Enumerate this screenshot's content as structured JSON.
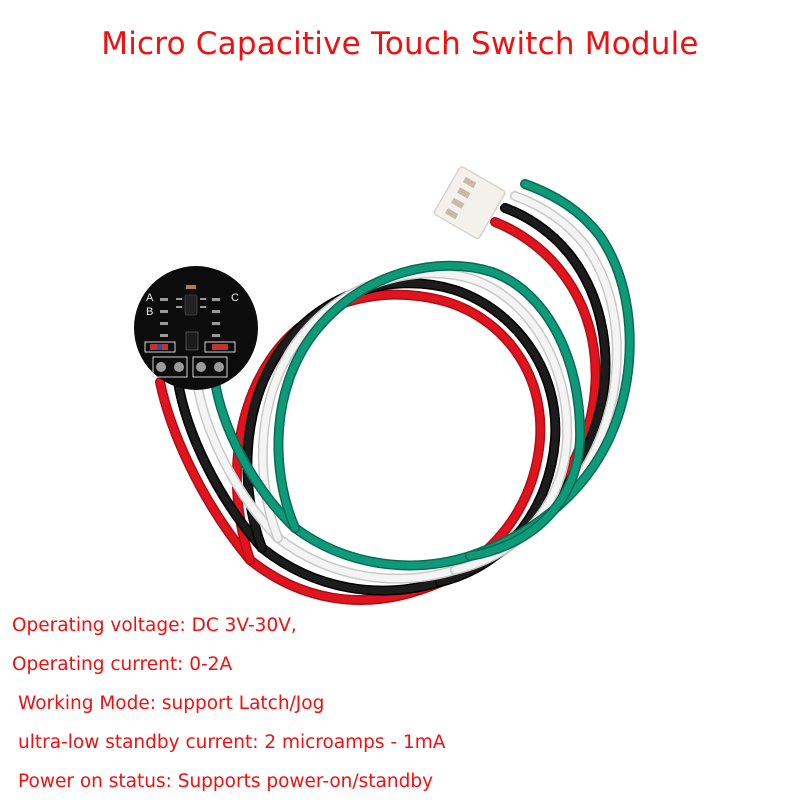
{
  "title": "Micro Capacitive Touch Switch Module",
  "product": {
    "name": "capacitive-touch-module-with-4-wire-cable",
    "board_labels": [
      "A",
      "B",
      "C"
    ],
    "wire_colors": {
      "red": "#e0141e",
      "black": "#141414",
      "white": "#f2f2f2",
      "green": "#0e9a78"
    },
    "board_color": "#0c0c0c",
    "connector_color": "#f4f1ec"
  },
  "specs": [
    "Operating voltage: DC 3V-30V,",
    "Operating current: 0-2A",
    "Working Mode: support Latch/Jog",
    "ultra-low standby current: 2 microamps - 1mA",
    "Power on status: Supports power-on/standby"
  ],
  "colors": {
    "text_accent": "#f01010",
    "background": "#ffffff"
  }
}
